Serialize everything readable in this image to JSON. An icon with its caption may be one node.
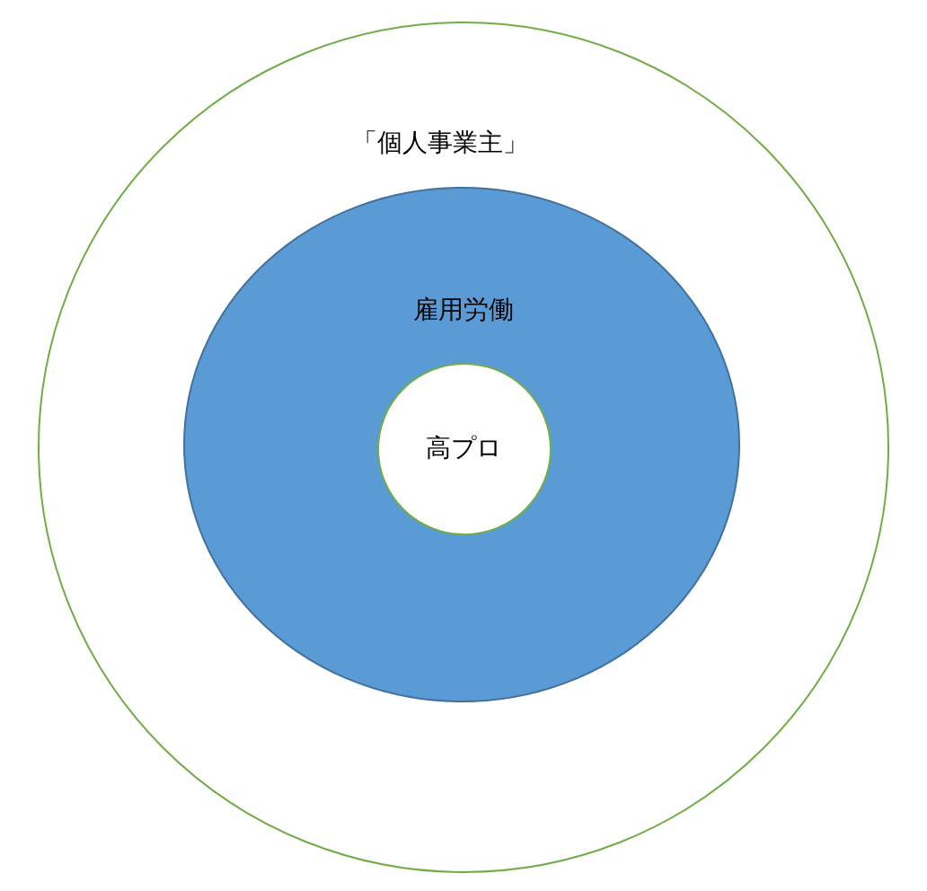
{
  "diagram": {
    "nodes": [
      {
        "text": [
          "「個人事業主」"
        ]
      },
      {
        "text": [
          "雇用労働"
        ],
        "in": 0
      },
      {
        "text": [
          "高プロ"
        ],
        "in": 1
      }
    ]
  }
}
